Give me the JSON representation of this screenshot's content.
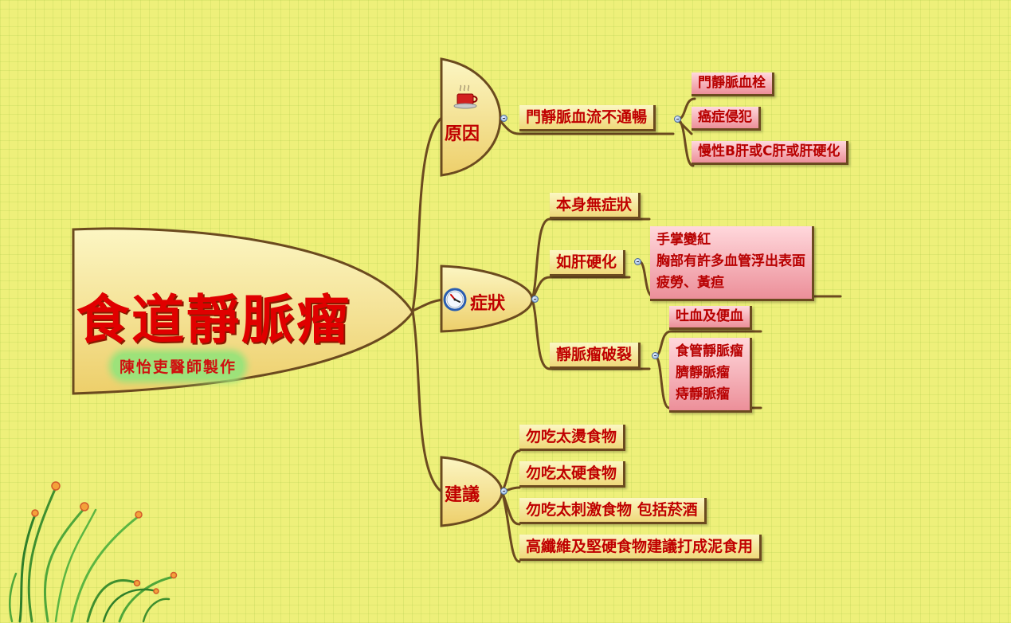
{
  "root": {
    "title": "食道靜脈瘤",
    "author": "陳怡吏醫師製作"
  },
  "causes": {
    "label": "原因",
    "icon": "coffee-cup-icon",
    "child": "門靜脈血流不通暢",
    "items": [
      "門靜脈血栓",
      "癌症侵犯",
      "慢性B肝或C肝或肝硬化"
    ]
  },
  "symptoms": {
    "label": "症狀",
    "icon": "clock-icon",
    "no_symptom": "本身無症狀",
    "cirrhosis": {
      "label": "如肝硬化",
      "items": [
        "手掌變紅",
        "胸部有許多血管浮出表面",
        "疲勞、黃疸"
      ]
    },
    "rupture": {
      "label": "靜脈瘤破裂",
      "bleeding": "吐血及便血",
      "types": [
        "食管靜脈瘤",
        "臍靜脈瘤",
        "痔靜脈瘤"
      ]
    }
  },
  "advice": {
    "label": "建議",
    "items": [
      "勿吃太燙食物",
      "勿吃太硬食物",
      "勿吃太刺激食物 包括菸酒",
      "高纖維及堅硬食物建議打成泥食用"
    ]
  },
  "colors": {
    "text_red": "#c00000",
    "branch_brown": "#6b4a1f",
    "background": "#eef07a",
    "pink_node": "#ec8f99",
    "yellow_node": "#efd97a"
  }
}
